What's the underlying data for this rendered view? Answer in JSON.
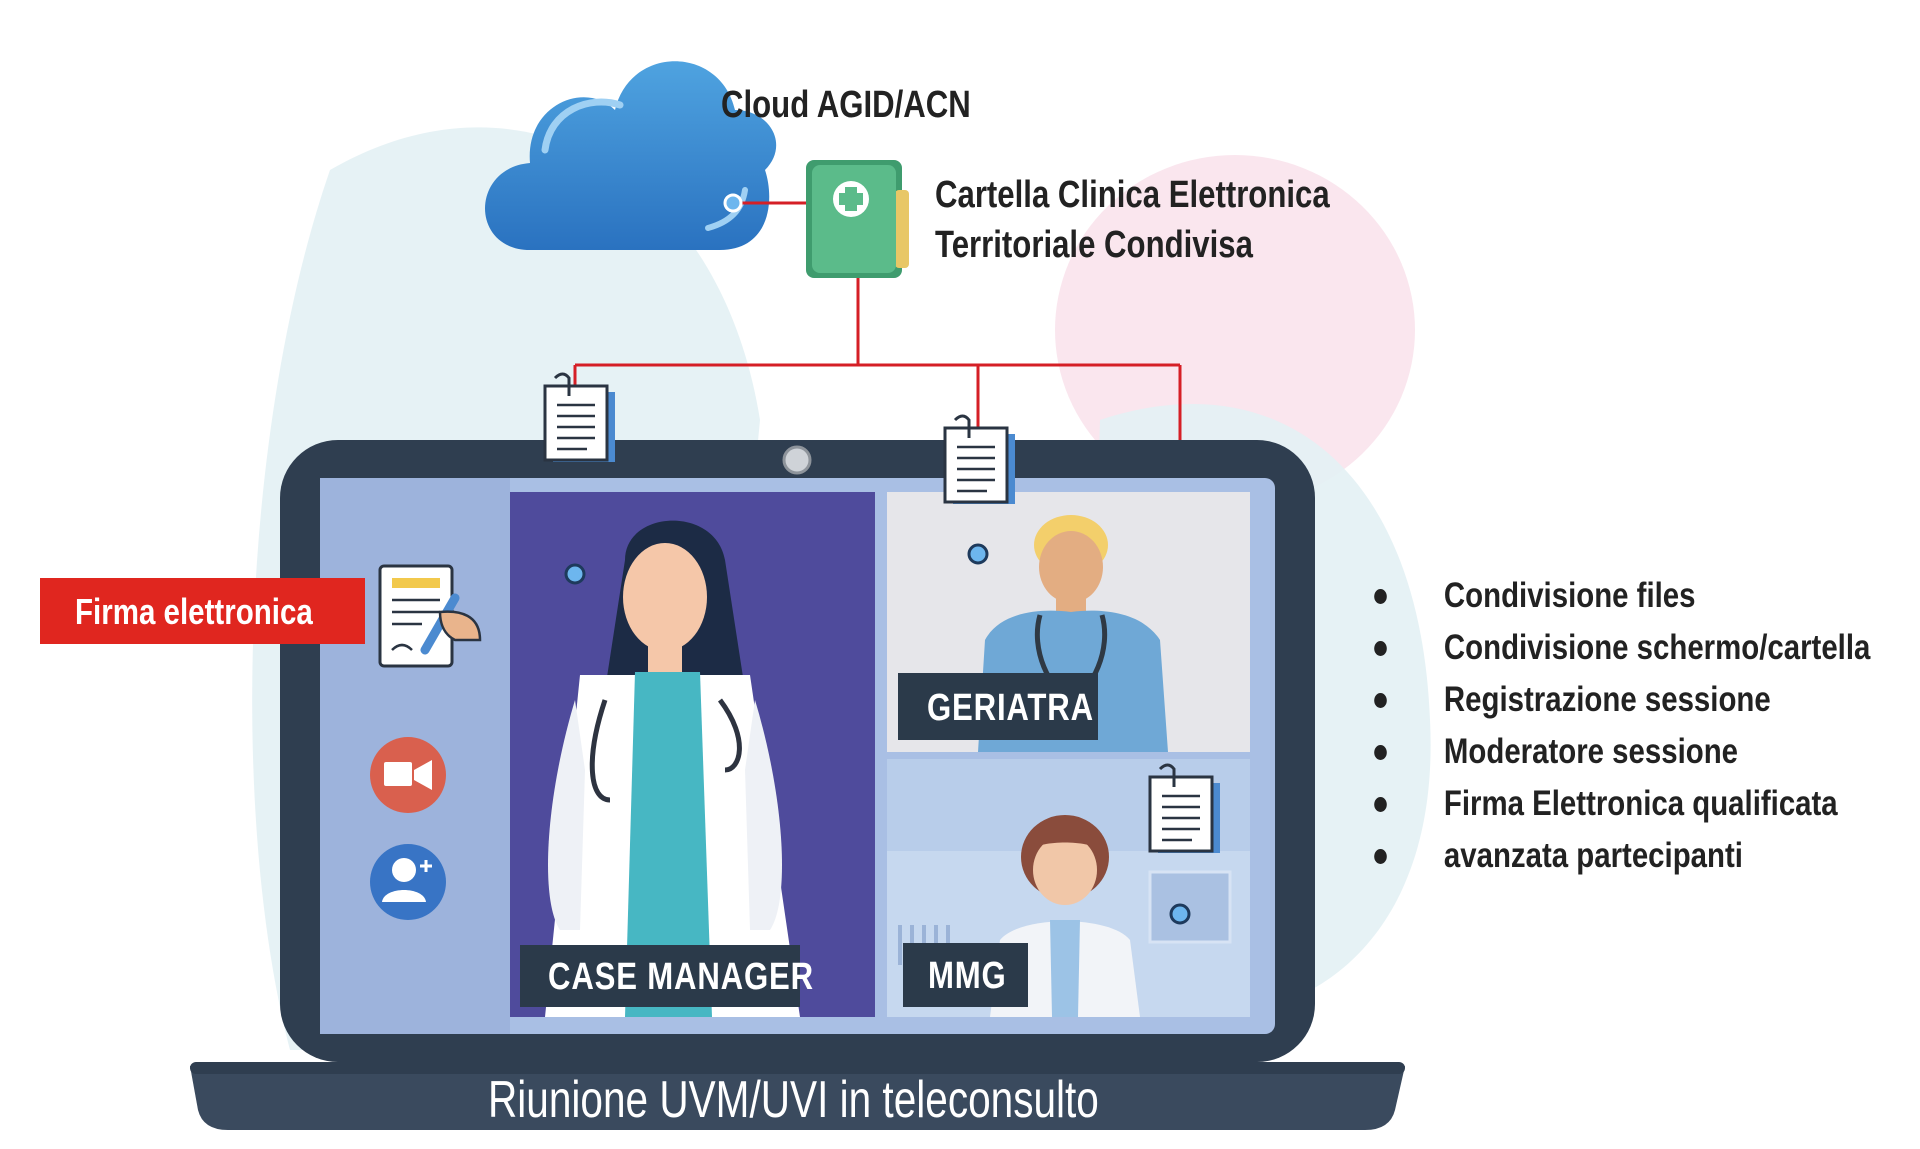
{
  "cloud": {
    "label": "Cloud AGID/ACN",
    "icon": "cloud-icon"
  },
  "record": {
    "line1": "Cartella Clinica Elettronica",
    "line2": "Territoriale Condivisa",
    "icon": "medical-folder-icon"
  },
  "signature": {
    "label": "Firma elettronica",
    "icon": "signing-document-icon"
  },
  "participants": {
    "case_manager": "CASE MANAGER",
    "geriatra": "GERIATRA",
    "mmg": "MMG"
  },
  "laptop": {
    "caption": "Riunione UVM/UVI in teleconsulto"
  },
  "side_icons": [
    "video-folder-icon",
    "add-user-icon"
  ],
  "features": [
    "Condivisione files",
    "Condivisione schermo/cartella",
    "Registrazione sessione",
    "Moderatore sessione",
    "Firma Elettronica qualificata",
    "avanzata partecipanti"
  ],
  "colors": {
    "connector": "#d51f26",
    "label_bg": "#2b3a4a",
    "signature_bg": "#e0261f",
    "laptop_frame": "#2f3e50",
    "screen": "#a9bfe4",
    "cloud": "#3a87cf",
    "folder": "#5bbb8a"
  }
}
